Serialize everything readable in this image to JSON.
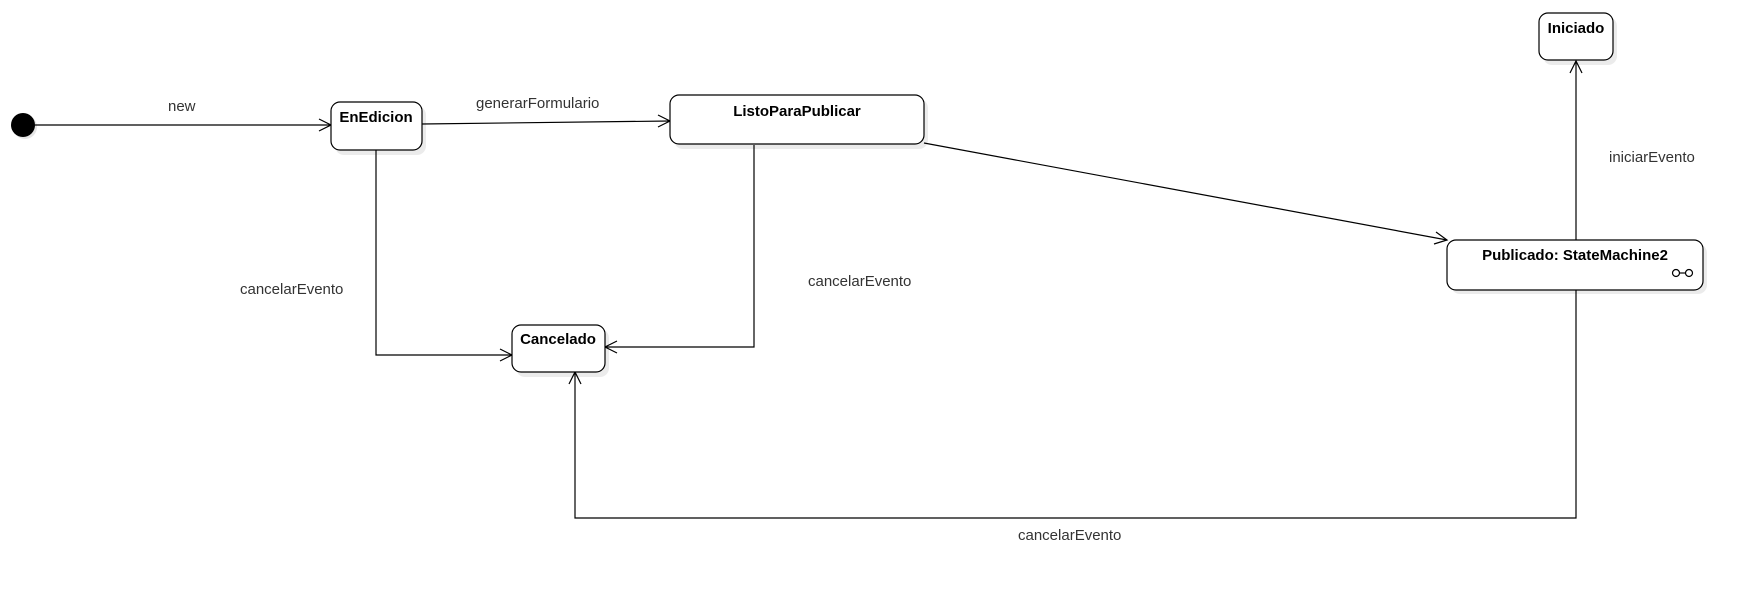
{
  "diagram": {
    "initial_state": "initial",
    "states": [
      {
        "id": "EnEdicion",
        "label": "EnEdicion"
      },
      {
        "id": "ListoParaPublicar",
        "label": "ListoParaPublicar"
      },
      {
        "id": "Cancelado",
        "label": "Cancelado"
      },
      {
        "id": "Publicado",
        "label": "Publicado: StateMachine2",
        "submachine_icon": "submachine-icon"
      },
      {
        "id": "Iniciado",
        "label": "Iniciado"
      }
    ],
    "transitions": [
      {
        "id": "t-new",
        "from": "initial",
        "to": "EnEdicion",
        "label": "new"
      },
      {
        "id": "t-generar",
        "from": "EnEdicion",
        "to": "ListoParaPublicar",
        "label": "generarFormulario"
      },
      {
        "id": "t-publicar",
        "from": "ListoParaPublicar",
        "to": "Publicado",
        "label": ""
      },
      {
        "id": "t-cancel-edicion",
        "from": "EnEdicion",
        "to": "Cancelado",
        "label": "cancelarEvento"
      },
      {
        "id": "t-cancel-listo",
        "from": "ListoParaPublicar",
        "to": "Cancelado",
        "label": "cancelarEvento"
      },
      {
        "id": "t-cancel-publicado",
        "from": "Publicado",
        "to": "Cancelado",
        "label": "cancelarEvento"
      },
      {
        "id": "t-iniciar",
        "from": "Publicado",
        "to": "Iniciado",
        "label": "iniciarEvento"
      }
    ]
  }
}
